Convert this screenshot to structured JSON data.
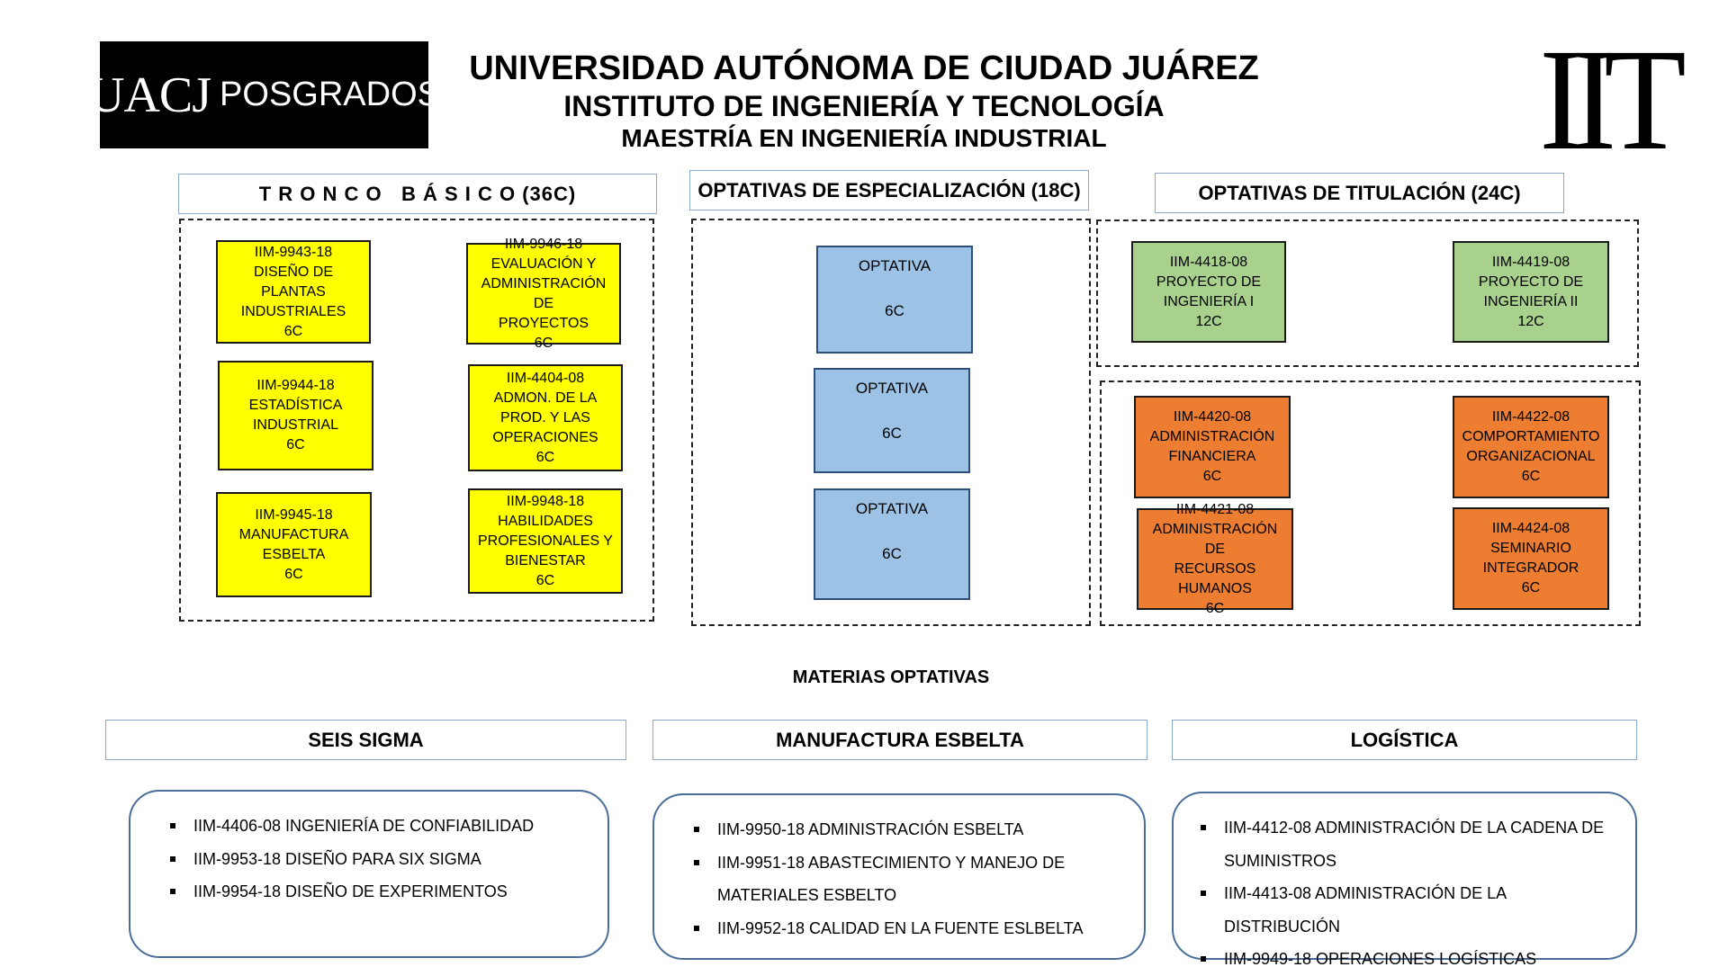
{
  "header": {
    "logo_left": {
      "main": "UACJ",
      "sub": "POSGRADOS"
    },
    "logo_right": "IIT",
    "title_1": "UNIVERSIDAD AUTÓNOMA DE CIUDAD JUÁREZ",
    "title_2": "INSTITUTO DE INGENIERÍA Y TECNOLOGÍA",
    "title_3": "MAESTRÍA EN INGENIERÍA INDUSTRIAL"
  },
  "sections": {
    "tronco_basico": {
      "label": "T R O N C O   B Á S I C O (36C)",
      "courses": [
        "IIM-9943-18\nDISEÑO DE PLANTAS\nINDUSTRIALES\n6C",
        "IIM-9946-18\nEVALUACIÓN Y\nADMINISTRACIÓN DE\nPROYECTOS\n6C",
        "IIM-9944-18\nESTADÍSTICA\nINDUSTRIAL\n6C",
        "IIM-4404-08\nADMON. DE LA\nPROD. Y LAS\nOPERACIONES\n6C",
        "IIM-9945-18\nMANUFACTURA\nESBELTA\n6C",
        "IIM-9948-18\nHABILIDADES\nPROFESIONALES Y\nBIENESTAR\n6C"
      ]
    },
    "especializacion": {
      "label": "OPTATIVAS DE ESPECIALIZACIÓN (18C)",
      "courses": [
        {
          "name": "OPTATIVA",
          "credits": "6C"
        },
        {
          "name": "OPTATIVA",
          "credits": "6C"
        },
        {
          "name": "OPTATIVA",
          "credits": "6C"
        }
      ]
    },
    "titulacion": {
      "label": "OPTATIVAS DE TITULACIÓN (24C)",
      "courses_green": [
        "IIM-4418-08\nPROYECTO DE\nINGENIERÍA I\n12C",
        "IIM-4419-08\nPROYECTO DE\nINGENIERÍA II\n12C"
      ],
      "courses_orange": [
        "IIM-4420-08\nADMINISTRACIÓN\nFINANCIERA\n6C",
        "IIM-4422-08\nCOMPORTAMIENTO\nORGANIZACIONAL\n6C",
        "IIM-4421-08\nADMINISTRACIÓN DE\nRECURSOS\nHUMANOS\n6C",
        "IIM-4424-08\nSEMINARIO\nINTEGRADOR\n6C"
      ]
    }
  },
  "materias_optativas": {
    "title": "MATERIAS OPTATIVAS",
    "groups": [
      {
        "label": "SEIS SIGMA",
        "items": [
          "IIM-4406-08 INGENIERÍA DE CONFIABILIDAD",
          "IIM-9953-18 DISEÑO PARA SIX SIGMA",
          "IIM-9954-18 DISEÑO DE EXPERIMENTOS"
        ]
      },
      {
        "label": "MANUFACTURA ESBELTA",
        "items": [
          "IIM-9950-18 ADMINISTRACIÓN ESBELTA",
          "IIM-9951-18 ABASTECIMIENTO Y MANEJO DE MATERIALES ESBELTO",
          "IIM-9952-18 CALIDAD EN LA FUENTE ESLBELTA"
        ]
      },
      {
        "label": "LOGÍSTICA",
        "items": [
          "IIM-4412-08 ADMINISTRACIÓN DE LA CADENA DE SUMINISTROS",
          "IIM-4413-08 ADMINISTRACIÓN DE LA DISTRIBUCIÓN",
          "IIM-9949-18 OPERACIONES LOGÍSTICAS"
        ]
      }
    ]
  },
  "colors": {
    "yellow": "#ffff00",
    "blue": "#9cc3e6",
    "green": "#a9d18e",
    "orange": "#ed7d31",
    "header_border": "#8aa9cf"
  }
}
